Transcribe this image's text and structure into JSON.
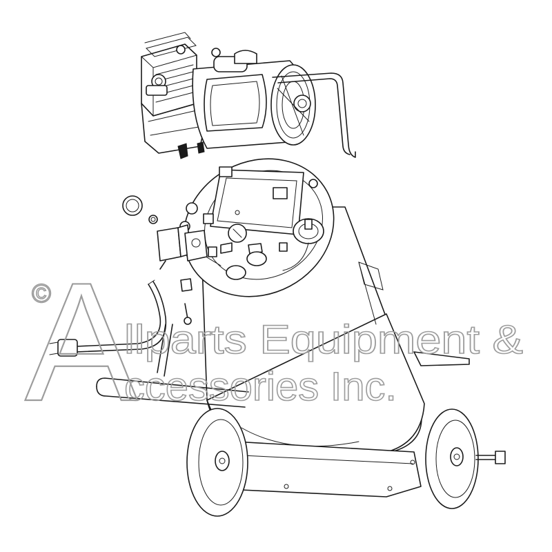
{
  "watermark": {
    "copyright_symbol": "©",
    "big_letter": "A",
    "line1": "llparts Equipment &",
    "line2": "ccessories Inc.",
    "color": "#9c9c9c"
  },
  "diagram": {
    "line_color": "#1a1a1a",
    "background": "#ffffff"
  }
}
